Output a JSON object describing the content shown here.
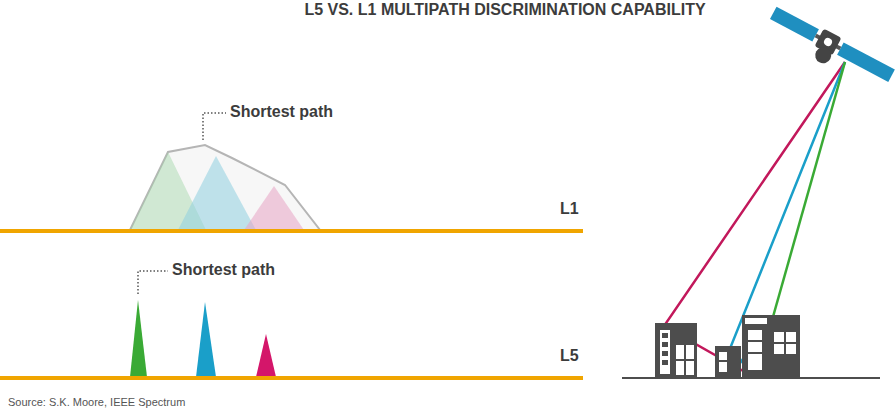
{
  "diagram": {
    "title": "L5 VS. L1 MULTIPATH DISCRIMINATION CAPABILITY",
    "caption": "Source: S.K. Moore, IEEE Spectrum",
    "labels": [
      "Shortest path",
      "L1",
      "Shortest path",
      "L5"
    ]
  }
}
